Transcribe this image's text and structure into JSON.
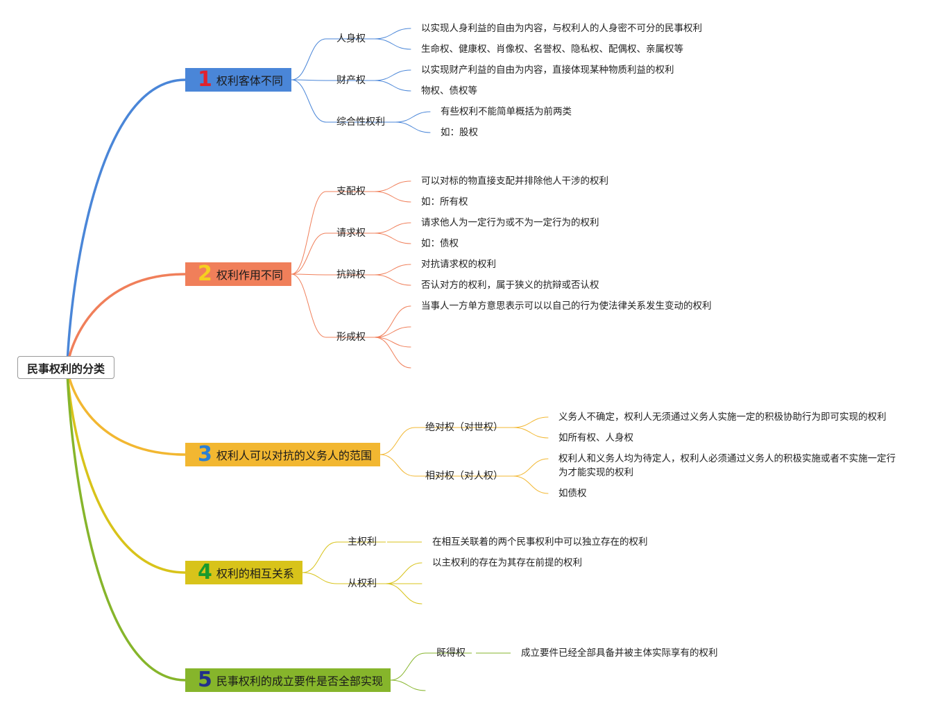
{
  "root": {
    "label": "民事权利的分类"
  },
  "colors": {
    "b1": "#4a86d8",
    "b1_num": "#e0222e",
    "b2": "#f07f5a",
    "b2_num": "#f5d020",
    "b3": "#f2b731",
    "b3_num": "#2a7fd4",
    "b4": "#d8c31a",
    "b4_num": "#1a9a2c",
    "b5": "#86b52b",
    "b5_num": "#22308a"
  },
  "branches": [
    {
      "num": "1",
      "label": "权利客体不同",
      "subs": [
        {
          "label": "人身权",
          "leaves": [
            "以实现人身利益的自由为内容，与权利人的人身密不可分的民事权利",
            "生命权、健康权、肖像权、名誉权、隐私权、配偶权、亲属权等"
          ]
        },
        {
          "label": "财产权",
          "leaves": [
            "以实现财产利益的自由为内容，直接体现某种物质利益的权利",
            "物权、债权等"
          ]
        },
        {
          "label": "综合性权利",
          "leaves": [
            "有些权利不能简单概括为前两类",
            "如：股权"
          ]
        }
      ]
    },
    {
      "num": "2",
      "label": "权利作用不同",
      "subs": [
        {
          "label": "支配权",
          "leaves": [
            "可以对标的物直接支配并排除他人干涉的权利",
            "如：所有权"
          ]
        },
        {
          "label": "请求权",
          "leaves": [
            "请求他人为一定行为或不为一定行为的权利",
            "如：债权"
          ]
        },
        {
          "label": "抗辩权",
          "leaves": [
            "对抗请求权的权利",
            "否认对方的权利，属于狭义的抗辩或否认权"
          ]
        },
        {
          "label": "形成权",
          "leaves": [
            "当事人一方单方意思表示可以以自己的行为使法律关系发生变动的权利"
          ]
        }
      ]
    },
    {
      "num": "3",
      "label": "权利人可以对抗的义务人的范围",
      "subs": [
        {
          "label": "绝对权（对世权）",
          "leaves": [
            "义务人不确定，权利人无须通过义务人实施一定的积极协助行为即可实现的权利",
            "如所有权、人身权"
          ]
        },
        {
          "label": "相对权（对人权）",
          "leaves": [
            "权利人和义务人均为待定人，权利人必须通过义务人的积极实施或者不实施一定行为才能实现的权利",
            "如债权"
          ]
        }
      ]
    },
    {
      "num": "4",
      "label": "权利的相互关系",
      "subs": [
        {
          "label": "主权利",
          "leaves": [
            "在相互关联着的两个民事权利中可以独立存在的权利"
          ]
        },
        {
          "label": "从权利",
          "leaves": [
            "以主权利的存在为其存在前提的权利"
          ]
        }
      ]
    },
    {
      "num": "5",
      "label": "民事权利的成立要件是否全部实现",
      "subs": [
        {
          "label": "既得权",
          "leaves": [
            "成立要件已经全部具备并被主体实际享有的权利"
          ]
        }
      ]
    }
  ]
}
